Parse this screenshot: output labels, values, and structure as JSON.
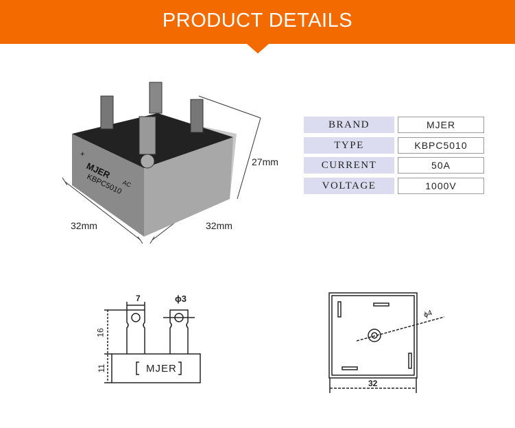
{
  "header": {
    "title": "PRODUCT DETAILS"
  },
  "product": {
    "marking_brand": "MJER",
    "marking_model": "KBPC5010",
    "marking_ac": "AC",
    "marking_plus": "+",
    "dimensions": {
      "width": "32mm",
      "depth": "32mm",
      "height": "27mm"
    }
  },
  "specs": [
    {
      "label": "BRAND",
      "value": "MJER"
    },
    {
      "label": "TYPE",
      "value": "KBPC5010"
    },
    {
      "label": "CURRENT",
      "value": "50A"
    },
    {
      "label": "VOLTAGE",
      "value": "1000V"
    }
  ],
  "drawings": {
    "side": {
      "terminal_width": "7",
      "hole": "ϕ3",
      "terminal_height": "16",
      "body_height": "11",
      "label": "MJER"
    },
    "top": {
      "hole": "ϕ4",
      "width": "32"
    }
  },
  "colors": {
    "accent": "#f26a00",
    "spec_label_bg": "#dcdcf0"
  }
}
